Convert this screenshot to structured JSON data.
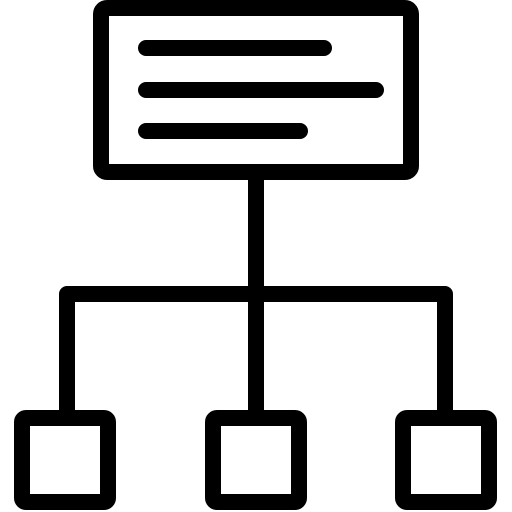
{
  "icon": {
    "name": "hierarchy-structure-icon",
    "stroke_color": "#000000",
    "fill_color": "#ffffff",
    "parent": {
      "name": "parent-document-node",
      "text_lines": 3
    },
    "children_count": 3
  }
}
